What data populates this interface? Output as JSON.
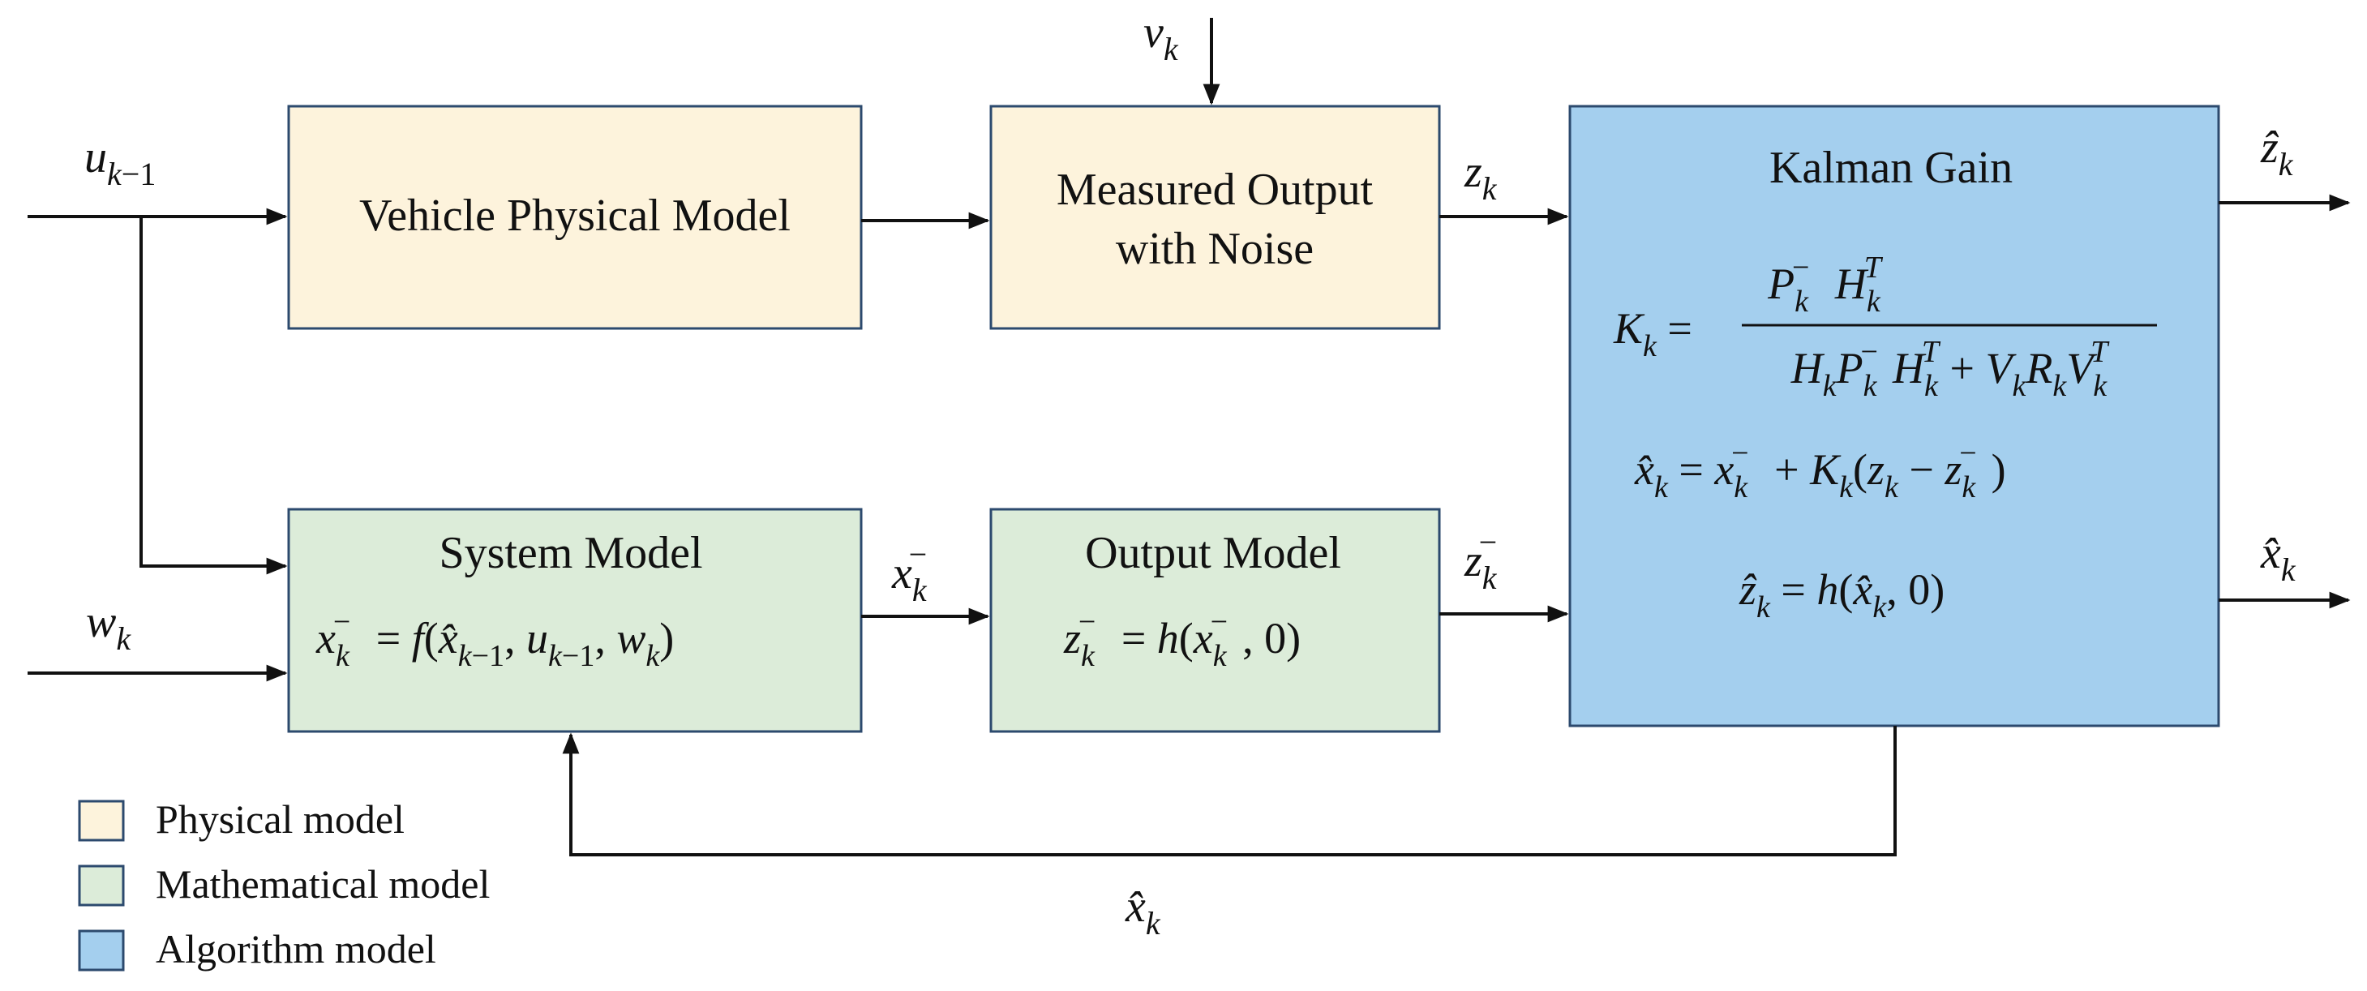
{
  "colors": {
    "physical": "#fdf3dc",
    "mathematical": "#dcecd9",
    "algorithm": "#a4cfee",
    "border": "#2c4a6e"
  },
  "blocks": {
    "vehicle": {
      "label": "Vehicle Physical Model"
    },
    "measured": {
      "line1": "Measured Output",
      "line2": "with Noise"
    },
    "system": {
      "title": "System Model",
      "eq": "x_k^- = f(x̂_{k-1}, u_{k-1}, w_k)"
    },
    "output": {
      "title": "Output Model",
      "eq": "z_k^- = h(x_k^-, 0)"
    },
    "kalman": {
      "title": "Kalman Gain",
      "eq_gain": "K_k = P_k^- H_k^T / (H_k P_k^- H_k^T + V_k R_k V_k^T)",
      "eq_state": "x̂_k = x_k^- + K_k(z_k - z_k^-)",
      "eq_output": "ẑ_k = h(x̂_k, 0)"
    }
  },
  "signals": [
    "u_{k-1}",
    "w_k",
    "v_k",
    "z_k",
    "x_k^-",
    "z_k^-",
    "ẑ_k",
    "x̂_k",
    "x̂_k"
  ],
  "legend": [
    {
      "label": "Physical model",
      "color": "#fdf3dc"
    },
    {
      "label": "Mathematical model",
      "color": "#dcecd9"
    },
    {
      "label": "Algorithm model",
      "color": "#a4cfee"
    }
  ]
}
